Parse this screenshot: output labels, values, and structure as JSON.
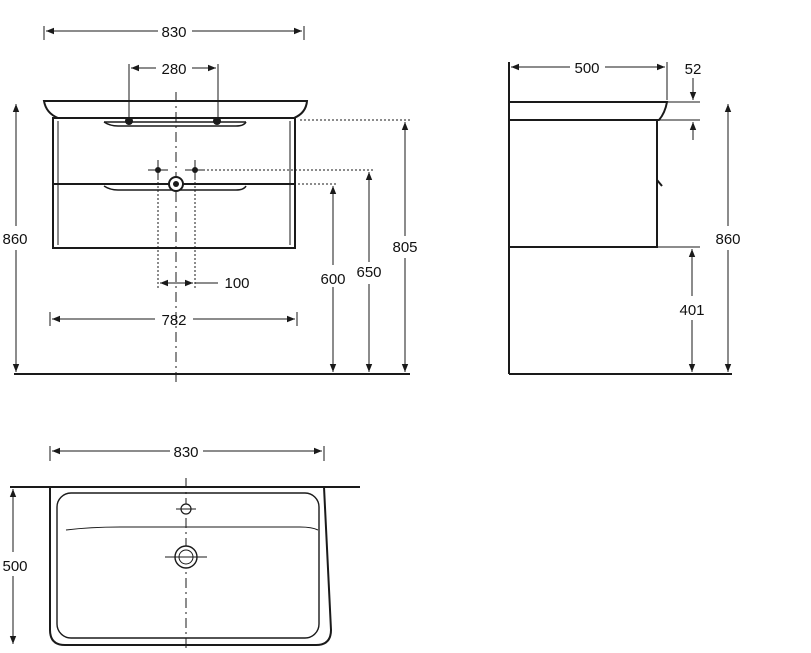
{
  "front_view": {
    "width_total": "830",
    "tap_spacing": "280",
    "height_total": "860",
    "height_805": "805",
    "height_650": "650",
    "height_600": "600",
    "drain_offset": "100",
    "cabinet_width": "782"
  },
  "side_view": {
    "depth": "500",
    "top_thickness": "52",
    "height_total": "860",
    "height_401": "401"
  },
  "top_view": {
    "width": "830",
    "depth": "500"
  }
}
